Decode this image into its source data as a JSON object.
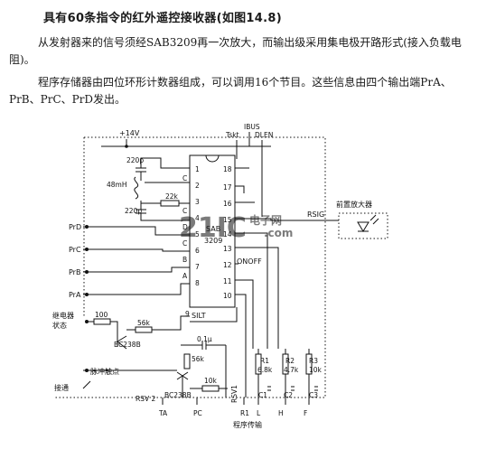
{
  "heading": {
    "title": "具有60条指令的红外遥控接收器",
    "figure_ref": "(如图14.8)"
  },
  "paragraphs": [
    "从发射器来的信号须经SAB3209再一次放大，而输出级采用集电极开路形式(接入负载电阻)。",
    "程序存储器由四位环形计数器组成，可以调用16个节目。这些信息由四个输出端PrA、PrB、PrC、PrD发出。"
  ],
  "diagram": {
    "ic": {
      "name": "SAB",
      "part": "3209",
      "pins_left": [
        "1",
        "2",
        "3",
        "4",
        "5",
        "6",
        "7",
        "8"
      ],
      "pins_right": [
        "18",
        "17",
        "16",
        "15",
        "14",
        "13",
        "12",
        "11",
        "10",
        "9"
      ],
      "pin_letters": [
        "C",
        "C",
        "D",
        "C",
        "B",
        "A"
      ]
    },
    "power": "+14V",
    "top_labels": {
      "tskt": "Tskt",
      "ibus": "IBUS",
      "dlen": "DLEN"
    },
    "components": {
      "cap_top": "220p",
      "cap_bottom": "220p",
      "crystal": "48mH",
      "res_22k": "22k",
      "res_100": "100",
      "res_56k_a": "56k",
      "res_56k_b": "56k",
      "res_10k": "10k",
      "cap_01u": "0.1μ",
      "r1": "R1",
      "r1_val": "6.8k",
      "r2": "R2",
      "r2_val": "4.7k",
      "r3": "R3",
      "r3_val": "10k",
      "c1": "C1",
      "c2": "C2",
      "c3": "C3"
    },
    "outputs": [
      "PrD",
      "PrC",
      "PrB",
      "PrA"
    ],
    "signals": {
      "rsig": "RSIG",
      "onoff": "ONOFF",
      "silt": "SILT",
      "rsv2": "RSV 2",
      "rsv1": "RSV1"
    },
    "transistor_a": "BC238B",
    "transistor_b": "BC238B",
    "relay_label": [
      "继电器",
      "状态"
    ],
    "pulse_contact": "脉冲触点",
    "ground_contact": "接通",
    "preamp": "前置放大器",
    "bottom_pins": [
      "TA",
      "PC",
      "R1",
      "L",
      "H",
      "F"
    ],
    "program_transfer": "程序传输",
    "watermark": {
      "main": "21IC",
      "cn": "电子网",
      "url": ".com"
    }
  }
}
